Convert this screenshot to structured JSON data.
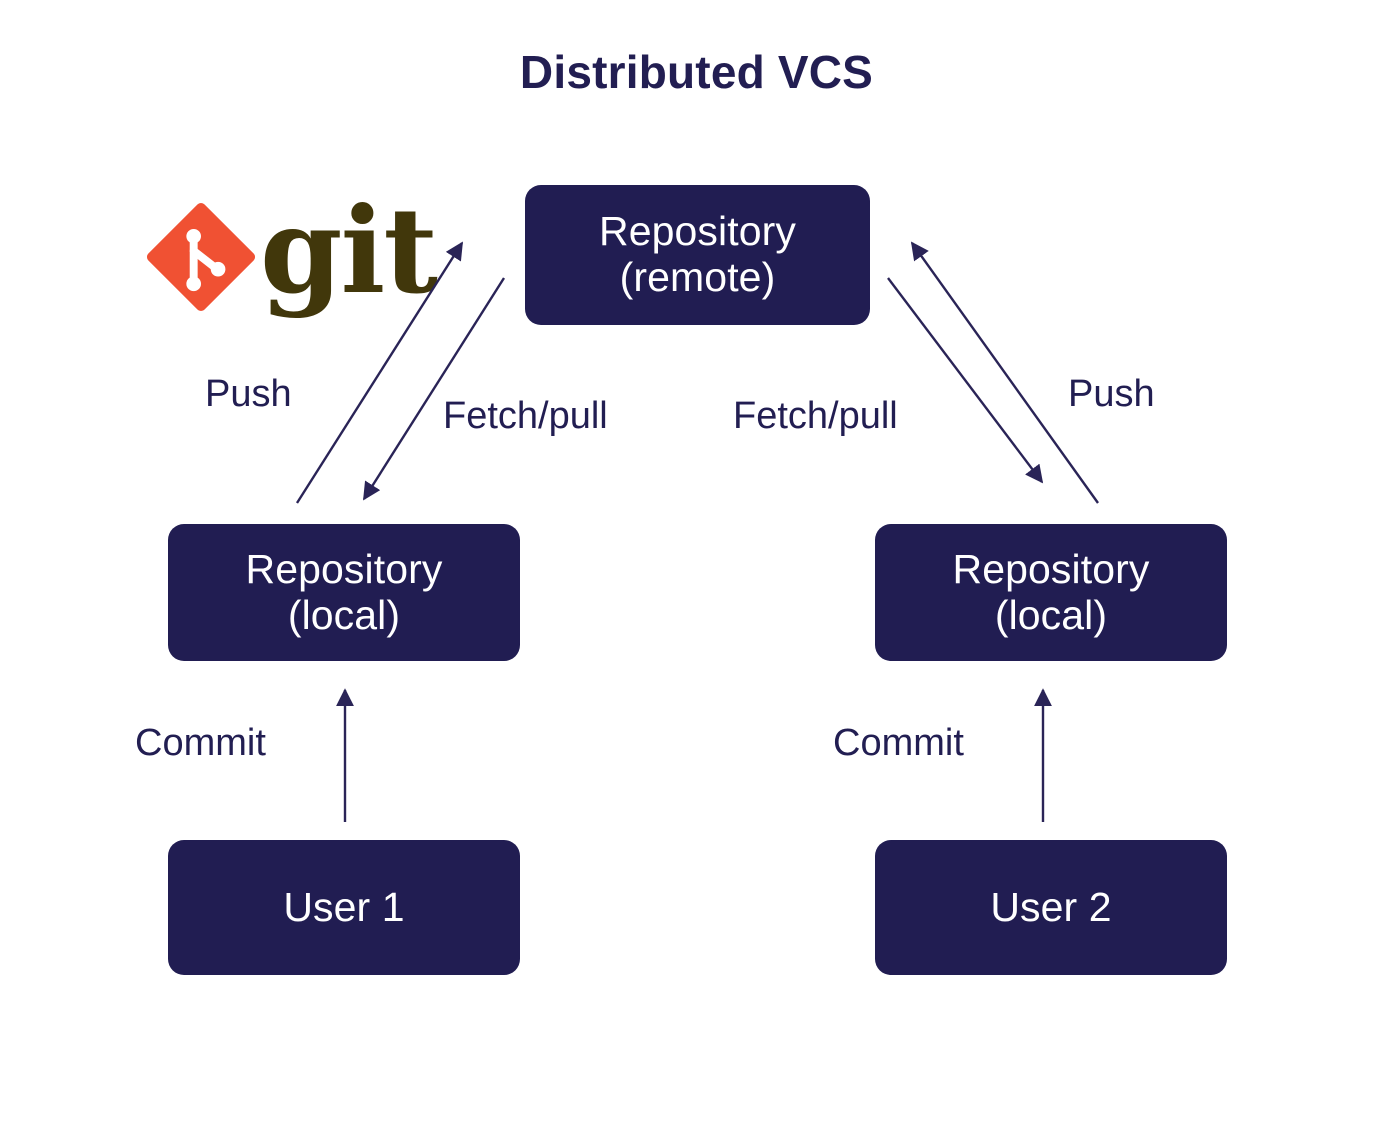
{
  "title": "Distributed VCS",
  "colors": {
    "node_fill": "#211d52",
    "node_text": "#ffffff",
    "label_text": "#221e52",
    "arrow": "#2a2457",
    "background": "#ffffff",
    "git_orange": "#f05133",
    "git_wordmark": "#41370b"
  },
  "logo": {
    "name": "git-logo",
    "wordmark": "git",
    "mark_icon": "git-diamond-branch-icon"
  },
  "nodes": {
    "remote": {
      "line1": "Repository",
      "line2": "(remote)"
    },
    "local_left": {
      "line1": "Repository",
      "line2": "(local)"
    },
    "local_right": {
      "line1": "Repository",
      "line2": "(local)"
    },
    "user1": {
      "line1": "User 1"
    },
    "user2": {
      "line1": "User 2"
    }
  },
  "edges": {
    "push_left": "Push",
    "fetch_left": "Fetch/pull",
    "fetch_right": "Fetch/pull",
    "push_right": "Push",
    "commit_left": "Commit",
    "commit_right": "Commit"
  },
  "chart_data": {
    "type": "diagram",
    "title": "Distributed VCS",
    "nodes": [
      {
        "id": "remote",
        "label": "Repository (remote)"
      },
      {
        "id": "local_left",
        "label": "Repository (local)"
      },
      {
        "id": "local_right",
        "label": "Repository (local)"
      },
      {
        "id": "user1",
        "label": "User 1"
      },
      {
        "id": "user2",
        "label": "User 2"
      }
    ],
    "edges": [
      {
        "from": "local_left",
        "to": "remote",
        "label": "Push"
      },
      {
        "from": "remote",
        "to": "local_left",
        "label": "Fetch/pull"
      },
      {
        "from": "local_right",
        "to": "remote",
        "label": "Push"
      },
      {
        "from": "remote",
        "to": "local_right",
        "label": "Fetch/pull"
      },
      {
        "from": "user1",
        "to": "local_left",
        "label": "Commit"
      },
      {
        "from": "user2",
        "to": "local_right",
        "label": "Commit"
      }
    ]
  }
}
